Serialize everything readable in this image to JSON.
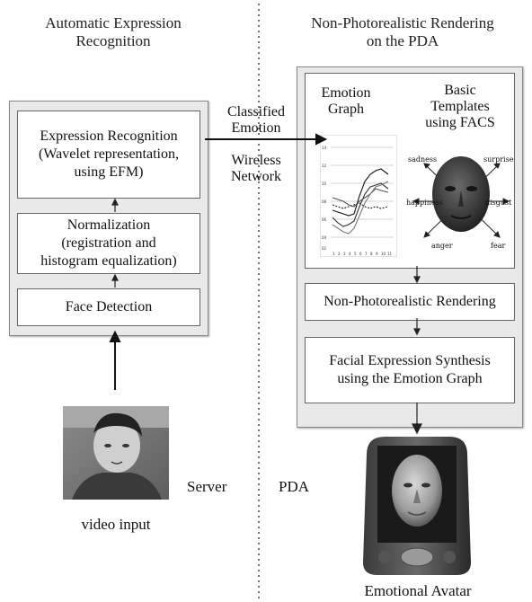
{
  "left_title": "Automatic Expression Recognition",
  "left_title_line1": "Automatic Expression",
  "left_title_line2": "Recognition",
  "right_title_line1": "Non-Photorealistic Rendering",
  "right_title_line2": "on the PDA",
  "left_pipeline": {
    "expression_recognition": [
      "Expression Recognition",
      "(Wavelet representation,",
      "using EFM)"
    ],
    "normalization": [
      "Normalization",
      "(registration and",
      "histogram equalization)"
    ],
    "face_detection": "Face Detection"
  },
  "link": {
    "classified_line1": "Classified",
    "classified_line2": "Emotion",
    "wireless_line1": "Wireless",
    "wireless_line2": "Network"
  },
  "right_pipeline": {
    "emotion_graph_line1": "Emotion",
    "emotion_graph_line2": "Graph",
    "templates_line1": "Basic",
    "templates_line2": "Templates",
    "templates_line3": "using FACS",
    "npr": "Non-Photorealistic Rendering",
    "synthesis_line1": "Facial Expression Synthesis",
    "synthesis_line2": "using the Emotion Graph"
  },
  "emotions": {
    "sadness": "sadness",
    "surprise": "surprise",
    "happiness": "happiness",
    "disgust": "disgust",
    "anger": "anger",
    "fear": "fear"
  },
  "mini_chart": {
    "y_ticks": [
      "14",
      "12",
      "10",
      "08",
      "06",
      "04",
      "02"
    ],
    "x_ticks": [
      "1",
      "2",
      "3",
      "4",
      "5",
      "6",
      "7",
      "8",
      "9",
      "10",
      "11"
    ]
  },
  "labels": {
    "server": "Server",
    "pda": "PDA",
    "video_input": "video input",
    "emotional_avatar": "Emotional Avatar"
  },
  "colors": {
    "line": "#222222",
    "frame": "#888888",
    "panel": "#e9e9e9"
  }
}
